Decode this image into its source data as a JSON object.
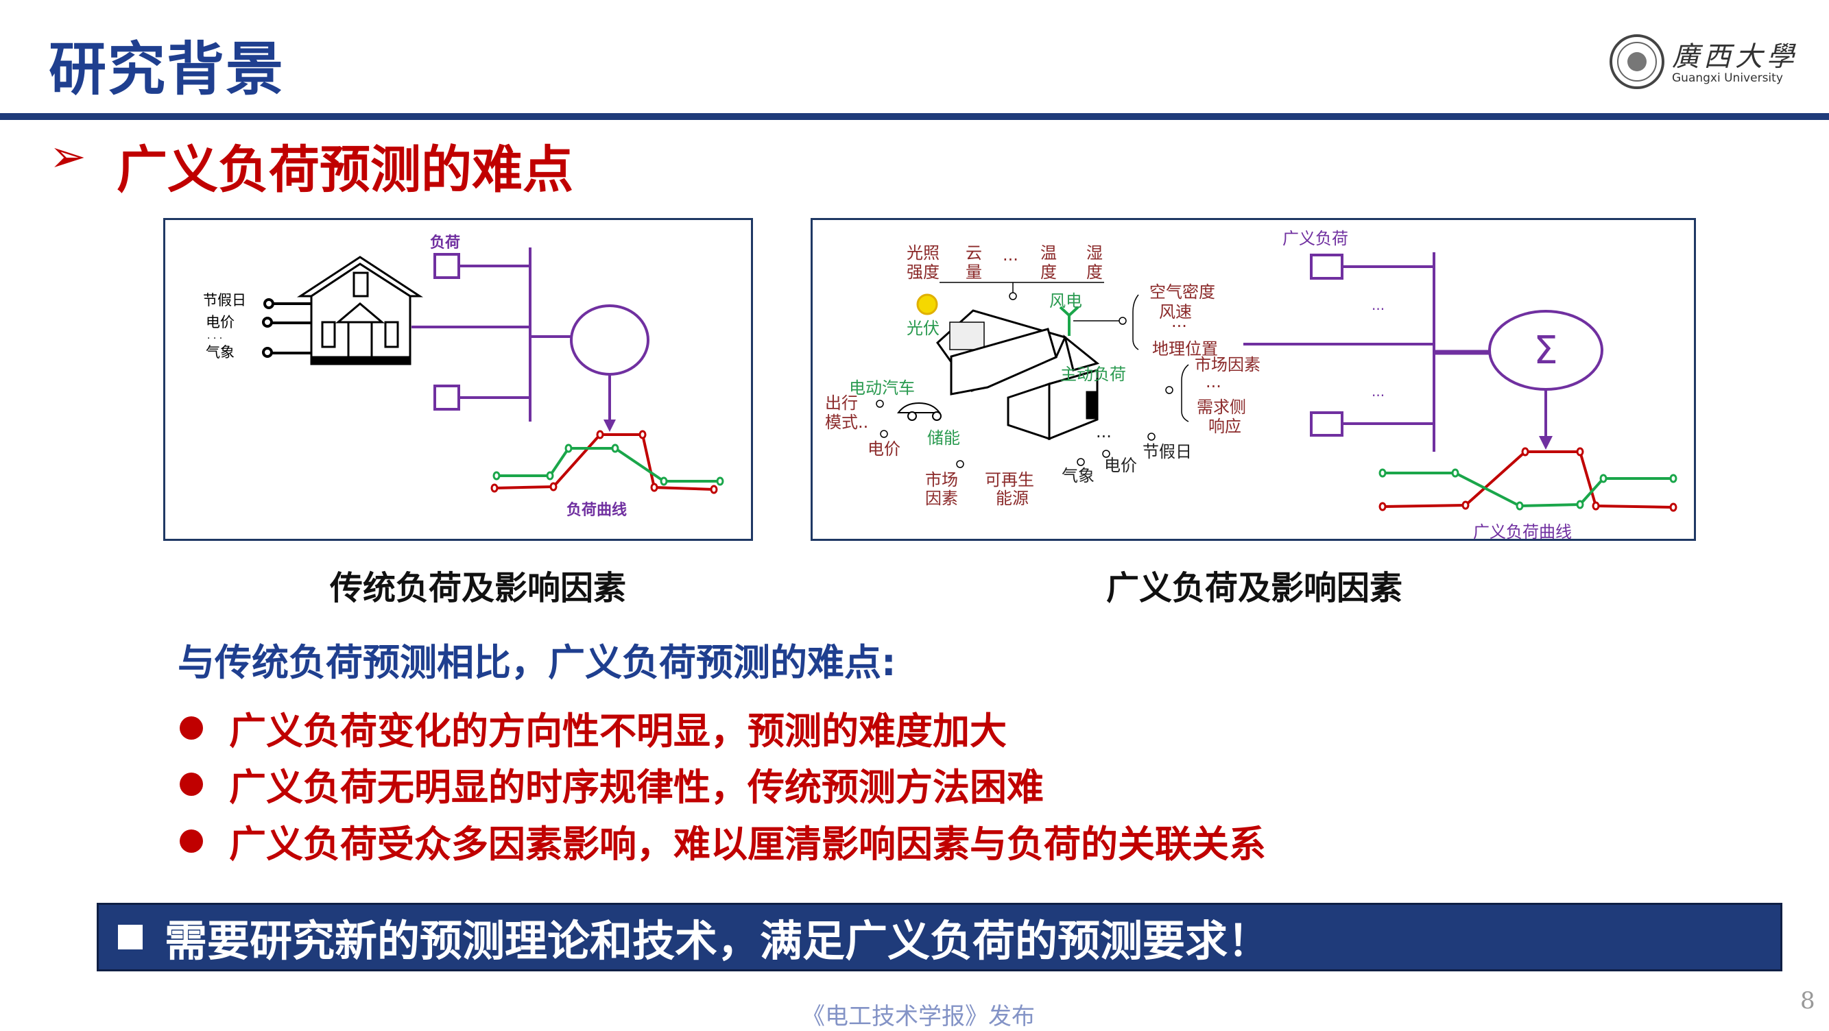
{
  "header": {
    "title": "研究背景",
    "logo_text_cn": "廣西大學",
    "logo_text_en": "Guangxi University"
  },
  "subtitle": {
    "arrow": "➢",
    "text": "广义负荷预测的难点"
  },
  "diagram_left": {
    "load_label": "负荷",
    "factors": [
      "节假日",
      "电价",
      "· · ·",
      "气象"
    ],
    "curve_label": "负荷曲线",
    "caption": "传统负荷及影响因素"
  },
  "diagram_right": {
    "load_label": "广义负荷",
    "sum_symbol": "Σ",
    "ellipsis": "···",
    "curve_label": "广义负荷曲线",
    "caption": "广义负荷及影响因素",
    "labels": {
      "light1": "光照",
      "light2": "强度",
      "cloud1": "云",
      "cloud2": "量",
      "dots": "···",
      "temp1": "温",
      "temp2": "度",
      "hum1": "湿",
      "hum2": "度",
      "pv": "光伏",
      "wind": "风电",
      "air": "空气密度",
      "windspeed": "风速",
      "geo": "地理位置",
      "market": "市场因素",
      "demand1": "需求侧",
      "demand2": "响应",
      "active": "主动负荷",
      "ev": "电动汽车",
      "travel1": "出行",
      "travel2": "模式..",
      "price1": "电价",
      "storage": "储能",
      "mkt1": "市场",
      "mkt2": "因素",
      "renew1": "可再生",
      "renew2": "能源",
      "weather": "气象",
      "price2": "电价",
      "holiday": "节假日"
    }
  },
  "intro": "与传统负荷预测相比，广义负荷预测的难点:",
  "bullets": [
    "广义负荷变化的方向性不明显，预测的难度加大",
    "广义负荷无明显的时序规律性，传统预测方法困难",
    "广义负荷受众多因素影响，难以厘清影响因素与负荷的关联关系"
  ],
  "banner": "需要研究新的预测理论和技术，满足广义负荷的预测要求！",
  "footer": "《电工技术学报》发布",
  "page_number": "8",
  "colors": {
    "navy": "#1f3b7a",
    "red": "#c00000",
    "purple": "#7030a0",
    "green": "#1aa64a"
  }
}
